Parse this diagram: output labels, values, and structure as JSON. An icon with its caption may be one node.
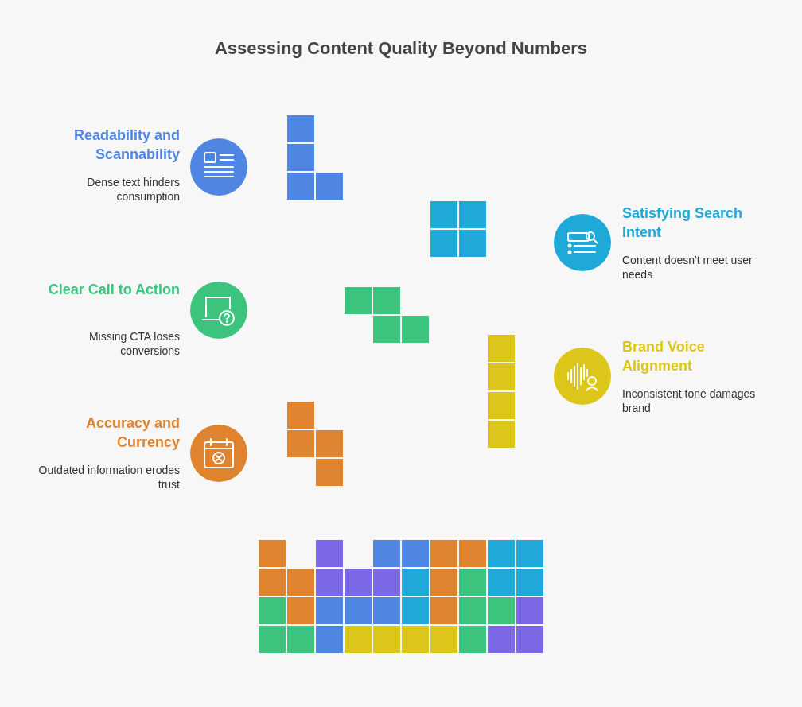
{
  "diagram": {
    "title": "Assessing Content Quality Beyond Numbers",
    "nodes": [
      {
        "text": [
          "Readability and Scannability",
          "Dense text hinders consumption"
        ]
      },
      {
        "text": [
          "Satisfying Search Intent",
          "Content doesn't meet user needs"
        ]
      },
      {
        "text": [
          "Clear Call to Action",
          "Missing CTA loses conversions"
        ]
      },
      {
        "text": [
          "Brand Voice Alignment",
          "Inconsistent tone damages brand"
        ]
      },
      {
        "text": [
          "Accuracy and Currency",
          "Outdated information erodes trust"
        ]
      }
    ],
    "edges": []
  }
}
